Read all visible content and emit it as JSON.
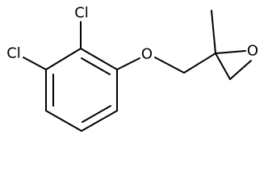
{
  "molecule": {
    "atoms": {
      "cl_top": "Cl",
      "cl_left": "Cl",
      "o_ether": "O",
      "o_epoxide": "O"
    }
  }
}
